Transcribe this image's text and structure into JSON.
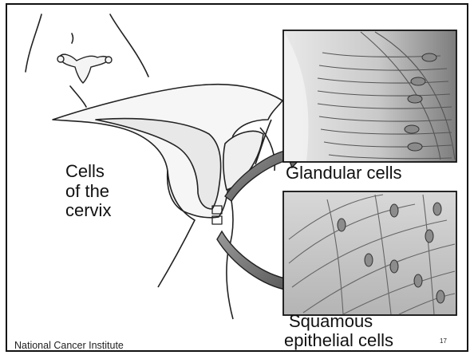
{
  "labels": {
    "cells_line1": "Cells",
    "cells_line2": "of the",
    "cells_line3": "cervix",
    "glandular": "Glandular cells",
    "squamous_line1": "Squamous",
    "squamous_line2": "epithelial cells",
    "credit": "National Cancer Institute",
    "page_number": "17"
  }
}
